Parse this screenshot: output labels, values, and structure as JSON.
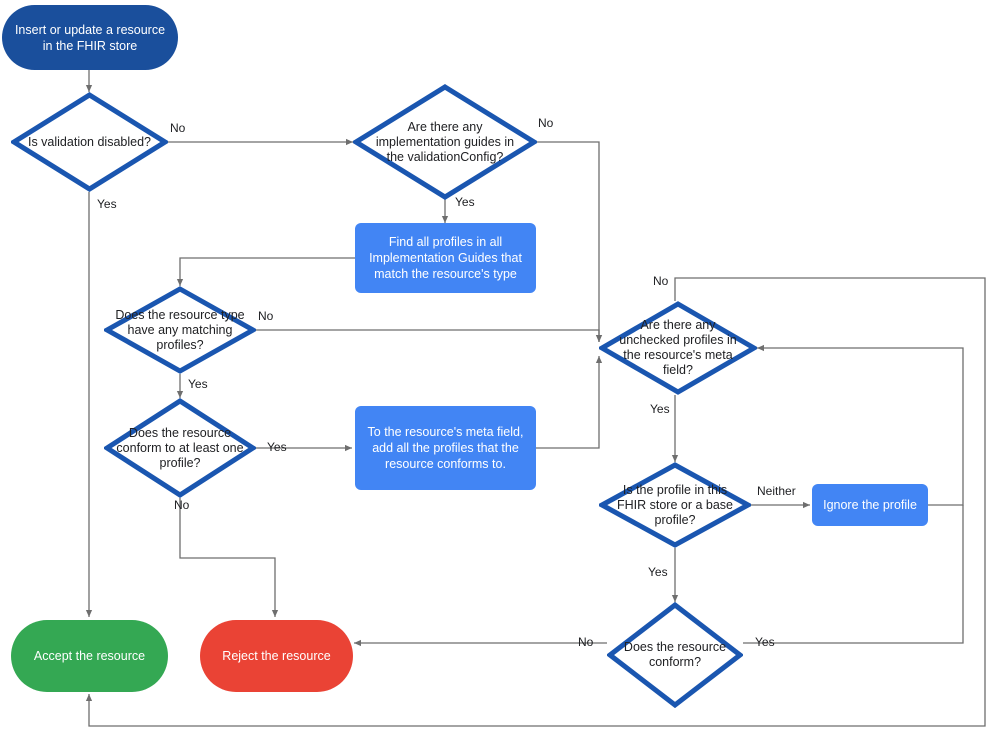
{
  "diagram": {
    "title": "FHIR store resource validation flow",
    "colors": {
      "start_fill": "#1A4F9C",
      "process_fill": "#4285F4",
      "decision_stroke": "#1A56B0",
      "accept_fill": "#34A853",
      "reject_fill": "#EA4335",
      "connector": "#6E6E6E",
      "text_dark": "#202124",
      "text_light": "#FFFFFF",
      "background": "#FFFFFF"
    },
    "nodes": {
      "start": {
        "text": "Insert or update a resource in the FHIR store",
        "type": "terminator"
      },
      "validation_disabled": {
        "text": "Is validation disabled?",
        "type": "decision"
      },
      "implementation_guides": {
        "text": "Are there any implementation guides in the validationConfig?",
        "type": "decision"
      },
      "find_profiles": {
        "text": "Find all profiles in all Implementation Guides that match the resource's type",
        "type": "process"
      },
      "matching_profiles": {
        "text": "Does the resource type have any matching profiles?",
        "type": "decision"
      },
      "conform_one_profile": {
        "text": "Does the resource conform to at least one profile?",
        "type": "decision"
      },
      "add_profiles_meta": {
        "text": "To the resource's meta field, add all the profiles that the resource conforms to.",
        "type": "process"
      },
      "unchecked_profiles": {
        "text": "Are there any unchecked profiles in the resource's meta field?",
        "type": "decision"
      },
      "profile_location": {
        "text": "Is the profile in this FHIR store or a base profile?",
        "type": "decision"
      },
      "ignore_profile": {
        "text": "Ignore the profile",
        "type": "process"
      },
      "resource_conform": {
        "text": "Does the resource conform?",
        "type": "decision"
      },
      "accept": {
        "text": "Accept the resource",
        "type": "terminator"
      },
      "reject": {
        "text": "Reject the resource",
        "type": "terminator"
      }
    },
    "edge_labels": {
      "validation_no": "No",
      "validation_yes": "Yes",
      "guides_no": "No",
      "guides_yes": "Yes",
      "matching_no": "No",
      "matching_yes": "Yes",
      "conform_one_yes": "Yes",
      "conform_one_no": "No",
      "unchecked_no": "No",
      "unchecked_yes": "Yes",
      "location_neither": "Neither",
      "location_yes": "Yes",
      "conform_no": "No",
      "conform_yes": "Yes"
    },
    "edges": [
      {
        "from": "start",
        "to": "validation_disabled",
        "label": ""
      },
      {
        "from": "validation_disabled",
        "to": "implementation_guides",
        "label": "No"
      },
      {
        "from": "validation_disabled",
        "to": "accept",
        "label": "Yes"
      },
      {
        "from": "implementation_guides",
        "to": "unchecked_profiles",
        "label": "No"
      },
      {
        "from": "implementation_guides",
        "to": "find_profiles",
        "label": "Yes"
      },
      {
        "from": "find_profiles",
        "to": "matching_profiles",
        "label": ""
      },
      {
        "from": "matching_profiles",
        "to": "unchecked_profiles",
        "label": "No"
      },
      {
        "from": "matching_profiles",
        "to": "conform_one_profile",
        "label": "Yes"
      },
      {
        "from": "conform_one_profile",
        "to": "add_profiles_meta",
        "label": "Yes"
      },
      {
        "from": "conform_one_profile",
        "to": "reject",
        "label": "No"
      },
      {
        "from": "add_profiles_meta",
        "to": "unchecked_profiles",
        "label": ""
      },
      {
        "from": "unchecked_profiles",
        "to": "accept",
        "label": "No"
      },
      {
        "from": "unchecked_profiles",
        "to": "profile_location",
        "label": "Yes"
      },
      {
        "from": "profile_location",
        "to": "ignore_profile",
        "label": "Neither"
      },
      {
        "from": "profile_location",
        "to": "resource_conform",
        "label": "Yes"
      },
      {
        "from": "ignore_profile",
        "to": "unchecked_profiles",
        "label": ""
      },
      {
        "from": "resource_conform",
        "to": "reject",
        "label": "No"
      },
      {
        "from": "resource_conform",
        "to": "unchecked_profiles",
        "label": "Yes"
      }
    ]
  }
}
